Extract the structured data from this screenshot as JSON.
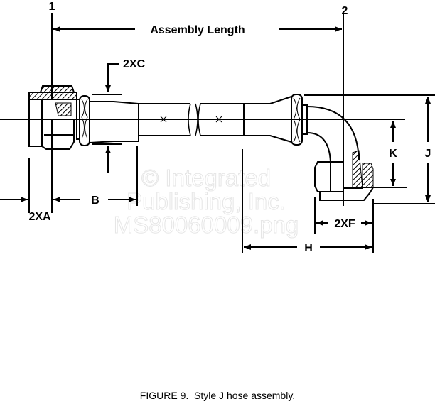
{
  "labels": {
    "ref1": "1",
    "ref2": "2",
    "assembly_length": "Assembly Length",
    "dim_c": "2XC",
    "dim_a": "2XA",
    "dim_b": "B",
    "dim_k": "K",
    "dim_j": "J",
    "dim_f": "2XF",
    "dim_h": "H"
  },
  "watermark": [
    "© Integrated",
    "Publishing, Inc.",
    "MS80060009.png"
  ],
  "caption": {
    "prefix": "FIGURE 9.",
    "title": "Style J hose assembly",
    "suffix": "."
  }
}
